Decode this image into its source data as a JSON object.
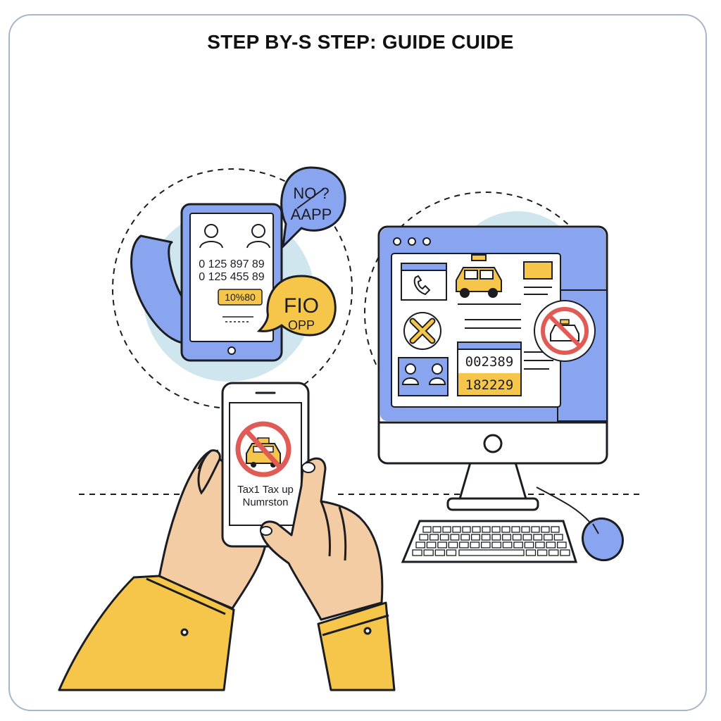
{
  "header": {
    "title": "STEP BY-S STEP: GUIDE CUIDE"
  },
  "tablet": {
    "number_1": "0 125 897 89",
    "number_2": "0 125 455 89",
    "badge": "10%80"
  },
  "bubble_blue": {
    "line_1": "NO ?",
    "line_2": "AAPP"
  },
  "bubble_yellow": {
    "line_1": "FIO",
    "line_2": "OPP"
  },
  "phone": {
    "line_1": "Tax1 Tax up",
    "line_2": "Numrston"
  },
  "monitor": {
    "code_1": "002389",
    "code_2": "182229"
  },
  "colors": {
    "outline": "#1b1d22",
    "blue": "#8aa5ef",
    "light_blue_circle": "#cfe6ef",
    "yellow": "#f6c64a",
    "skin": "#f4cca3",
    "red": "#e05b55",
    "frame": "#a8b6cc"
  }
}
